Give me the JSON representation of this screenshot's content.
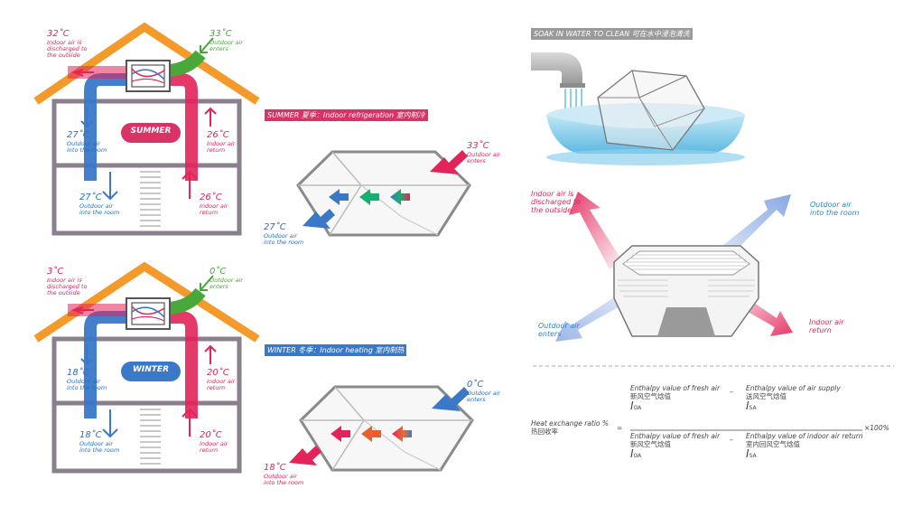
{
  "colors": {
    "roof": "#f39a2b",
    "wall": "#8a7f8c",
    "hot": "#e2245a",
    "cold": "#2a6fc4",
    "fresh": "#48a83a",
    "summer_badge": "#d93366",
    "winter_badge": "#3a78c8",
    "water": "#7ccbea"
  },
  "summer": {
    "badge": "SUMMER",
    "title": "SUMMER 夏季：Indoor refrigeration 室内制冷",
    "discharge_temp": "32˚C",
    "discharge_label": [
      "Indoor air is",
      "discharged to",
      "the outside"
    ],
    "enter_temp": "33˚C",
    "enter_label": [
      "Outdoor air",
      "enters"
    ],
    "room_up_temp": "27˚C",
    "room_up_label": [
      "Outdoor air",
      "into the room"
    ],
    "return_up_temp": "26˚C",
    "return_up_label": [
      "Indoor air",
      "return"
    ],
    "room_down_temp": "27˚C",
    "room_down_label": [
      "Outdoor air",
      "into the room"
    ],
    "return_down_temp": "26˚C",
    "return_down_label": [
      "Indoor air",
      "return"
    ],
    "cube_in_temp": "33˚C",
    "cube_in_label": [
      "Outdoor air",
      "enters"
    ],
    "cube_out_temp": "27˚C",
    "cube_out_label": [
      "Outdoor air",
      "into the room"
    ]
  },
  "winter": {
    "badge": "WINTER",
    "title": "WINTER 冬季：Indoor heating 室内制热",
    "discharge_temp": "3˚C",
    "discharge_label": [
      "Indoor air is",
      "discharged to",
      "the outside"
    ],
    "enter_temp": "0˚C",
    "enter_label": [
      "Outdoor air",
      "enters"
    ],
    "room_up_temp": "18˚C",
    "room_up_label": [
      "Outdoor air",
      "into the room"
    ],
    "return_up_temp": "20˚C",
    "return_up_label": [
      "Indoor air",
      "return"
    ],
    "room_down_temp": "18˚C",
    "room_down_label": [
      "Outdoor air",
      "into the room"
    ],
    "return_down_temp": "20˚C",
    "return_down_label": [
      "Indoor air",
      "return"
    ],
    "cube_in_temp": "0˚C",
    "cube_in_label": [
      "Outdoor air",
      "enters"
    ],
    "cube_out_temp": "18˚C",
    "cube_out_label": [
      "Outdoor air",
      "into the room"
    ]
  },
  "right": {
    "soak_title": "SOAK IN WATER TO CLEAN 可在水中浸泡清洗",
    "indoor_discharged": [
      "Indoor air is",
      "discharged to",
      "the outside"
    ],
    "outdoor_into_room": [
      "Outdoor air",
      "into the room"
    ],
    "outdoor_enters": [
      "Outdoor air",
      "enters"
    ],
    "indoor_return": [
      "Indoor air",
      "return"
    ]
  },
  "formula": {
    "lhs": [
      "Heat exchange ratio %",
      "热回收率"
    ],
    "equals": "=",
    "num_a": [
      "Enthalpy value of fresh air",
      "新风空气焓值"
    ],
    "num_a_sym": "I",
    "num_a_sub": "OA",
    "minus1": "–",
    "num_b": [
      "Enthalpy value of air supply",
      "送风空气焓值"
    ],
    "num_b_sym": "I",
    "num_b_sub": "SA",
    "den_a": [
      "Enthalpy value of fresh air",
      "新风空气焓值"
    ],
    "den_a_sym": "I",
    "den_a_sub": "OA",
    "minus2": "–",
    "den_b": [
      "Enthalpy value of indoor air return",
      "室内回风空气焓值"
    ],
    "den_b_sym": "I",
    "den_b_sub": "SA",
    "times": "×100%"
  }
}
